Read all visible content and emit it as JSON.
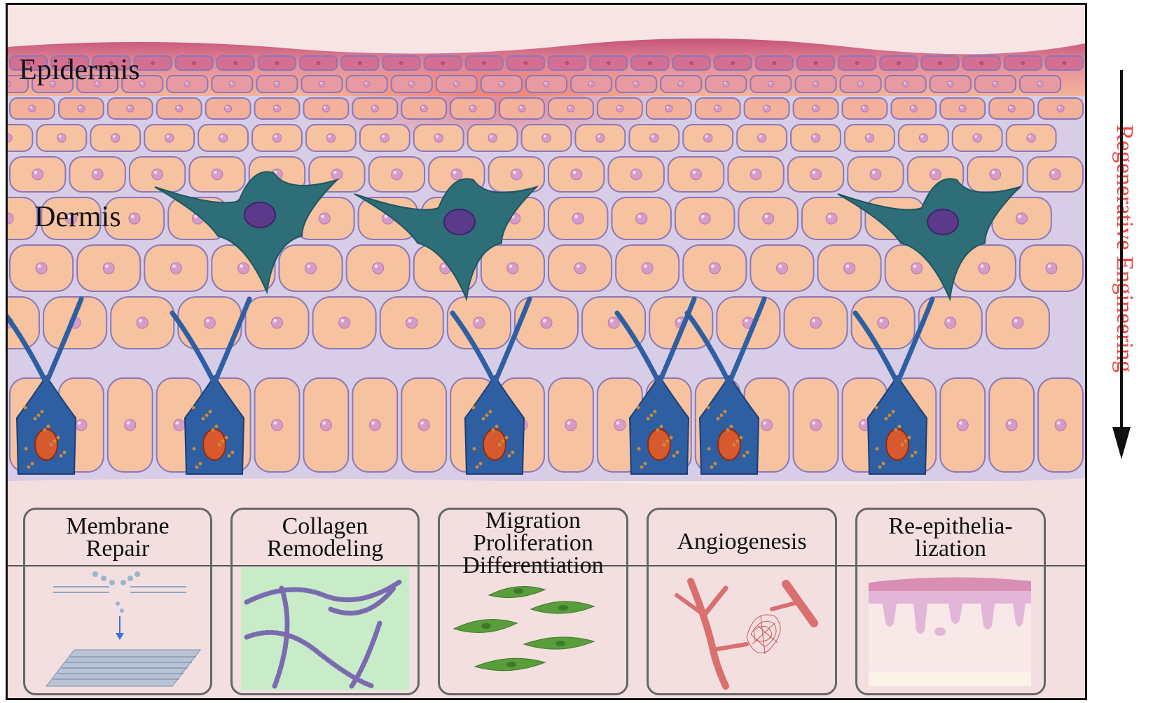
{
  "diagram": {
    "layer_labels": {
      "epidermis": "Epidermis",
      "dermis": "Dermis"
    },
    "side_title": "Regenerative Engineering",
    "panels": [
      {
        "id": "membrane",
        "title": "Membrane\nRepair"
      },
      {
        "id": "collagen",
        "title": "Collagen\nRemodeling"
      },
      {
        "id": "migration",
        "title": "Migration\nProliferation\nDifferentiation"
      },
      {
        "id": "angiogenesis",
        "title": "Angiogenesis"
      },
      {
        "id": "reepithelialization",
        "title": "Re-epithelia-\nlization"
      }
    ],
    "colors": {
      "side_title": "#f0433f",
      "epidermis_top": "#c9577c",
      "cell_fill": "#f6c2a0",
      "cell_stroke": "#8a78b8",
      "nucleus": "#d79bc8",
      "melanocyte": "#2d6e78",
      "basal_cell": "#2e5fa3",
      "collagen_bg": "#c9ecc8",
      "fibroblast": "#5a9e3c",
      "vessel": "#d9706f"
    }
  }
}
